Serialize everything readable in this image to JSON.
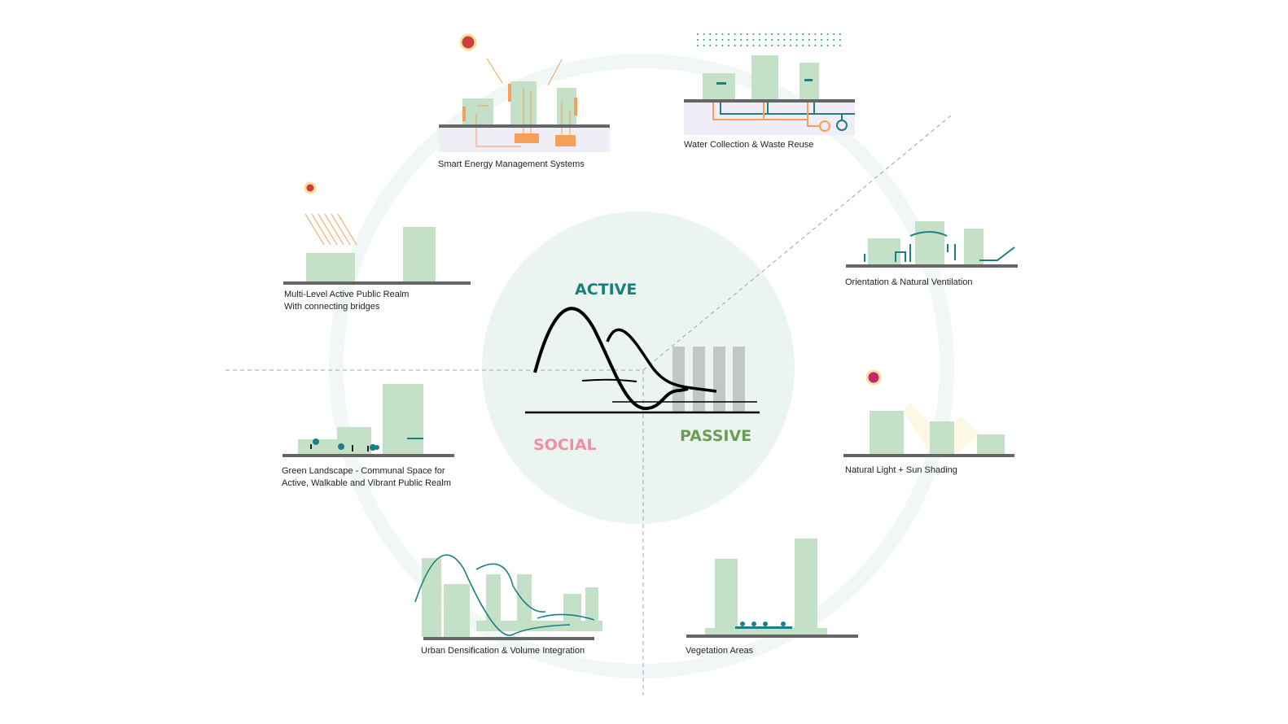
{
  "center": {
    "active": "ACTIVE",
    "social": "SOCIAL",
    "passive": "PASSIVE"
  },
  "colors": {
    "active": "#17807a",
    "social": "#ef8fa3",
    "passive": "#6b9e55",
    "building": "#c4e0c6",
    "pipe_orange": "#f4a05a",
    "pipe_teal": "#1a7f86",
    "circle": "#ecf4f2"
  },
  "items": {
    "energy": "Smart Energy Management Systems",
    "water": "Water Collection & Waste Reuse",
    "ventilation": "Orientation & Natural Ventilation",
    "light": "Natural Light + Sun Shading",
    "vegetation": "Vegetation Areas",
    "densification": "Urban Densification & Volume Integration",
    "landscape_1": "Green Landscape - Communal Space for",
    "landscape_2": "Active, Walkable and Vibrant Public Realm",
    "realm_1": "Multi-Level Active Public Realm",
    "realm_2": "With connecting bridges"
  }
}
